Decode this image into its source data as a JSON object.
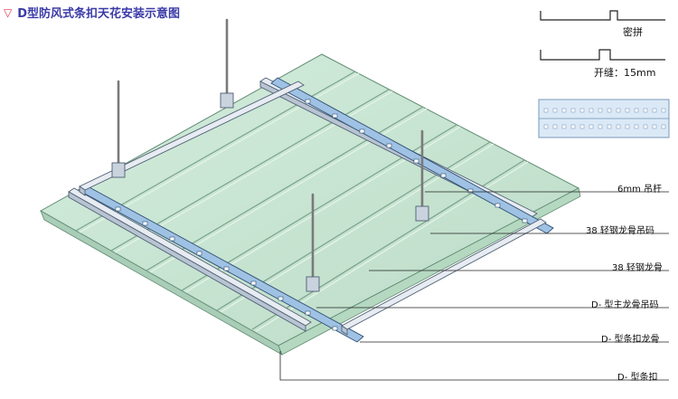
{
  "title": "D型防风式条扣天花安装示意图",
  "icons": {
    "title_marker": "triangle-down-icon"
  },
  "colors": {
    "title_text": "#3a3aa8",
    "title_marker": "#d9344a",
    "panel_fill": "#c7e6d2",
    "panel_edge": "#5f8a72",
    "channel_fill": "#e7ecf2",
    "carrier_fill": "#9fc2e4",
    "rod": "#7a7a7a",
    "leader": "#222222"
  },
  "legend": {
    "tight_joint": "密拼",
    "open_joint": "开缝：15mm"
  },
  "callouts": [
    {
      "id": "rod",
      "label": "6mm 吊杆"
    },
    {
      "id": "light_hanger",
      "label": "38 轻钢龙骨吊码"
    },
    {
      "id": "light_keel",
      "label": "38 轻钢龙骨"
    },
    {
      "id": "main_hanger",
      "label": "D- 型主龙骨吊码"
    },
    {
      "id": "strip_keel",
      "label": "D- 型条扣龙骨"
    },
    {
      "id": "strip",
      "label": "D- 型条扣"
    }
  ]
}
